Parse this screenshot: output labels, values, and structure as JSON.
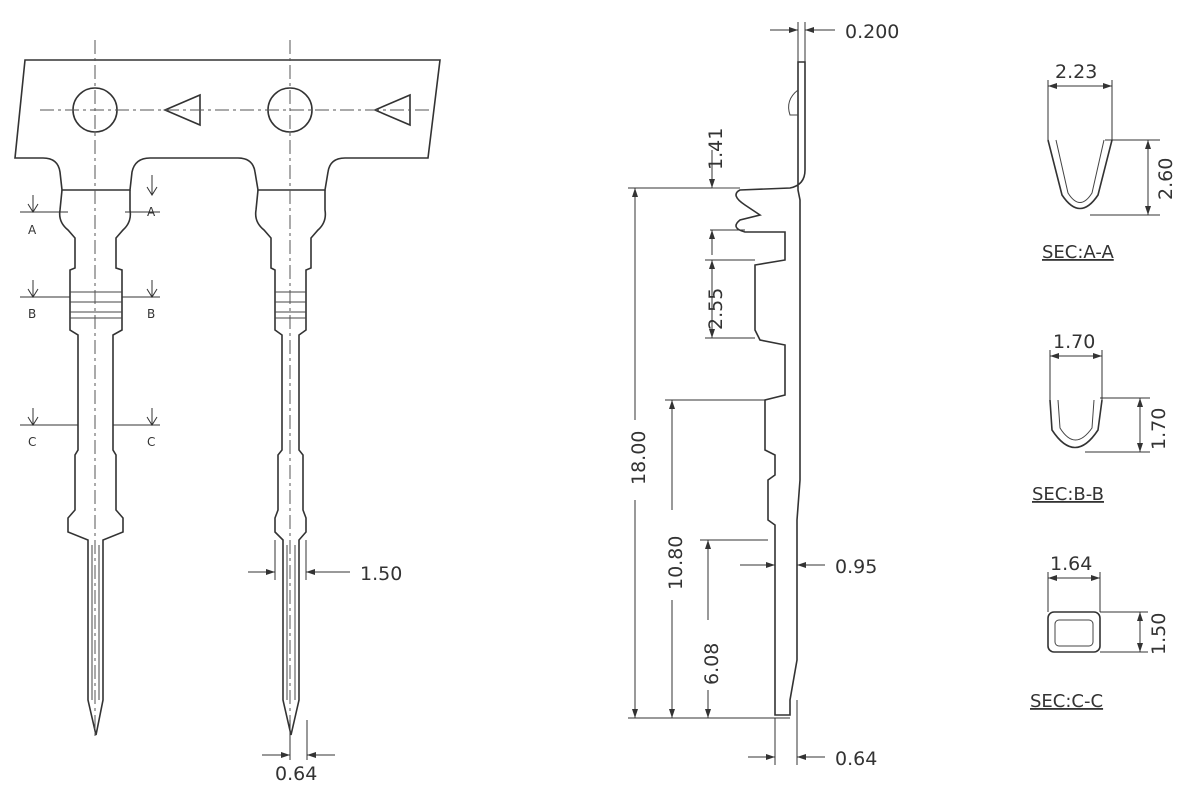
{
  "front_view": {
    "section_markers": {
      "a_left": "A",
      "a_right": "A",
      "b_left": "B",
      "b_right": "B",
      "c_left": "C",
      "c_right": "C"
    },
    "dim_width": "1.50",
    "dim_pin": "0.64"
  },
  "side_view": {
    "thickness": "0.200",
    "d1": "1.41",
    "d2": "2.55",
    "overall": "18.00",
    "d3": "10.80",
    "d4": "6.08",
    "d5": "0.95",
    "pin": "0.64"
  },
  "sections": [
    {
      "title": "SEC:A-A",
      "width": "2.23",
      "height": "2.60"
    },
    {
      "title": "SEC:B-B",
      "width": "1.70",
      "height": "1.70"
    },
    {
      "title": "SEC:C-C",
      "width": "1.64",
      "height": "1.50"
    }
  ]
}
